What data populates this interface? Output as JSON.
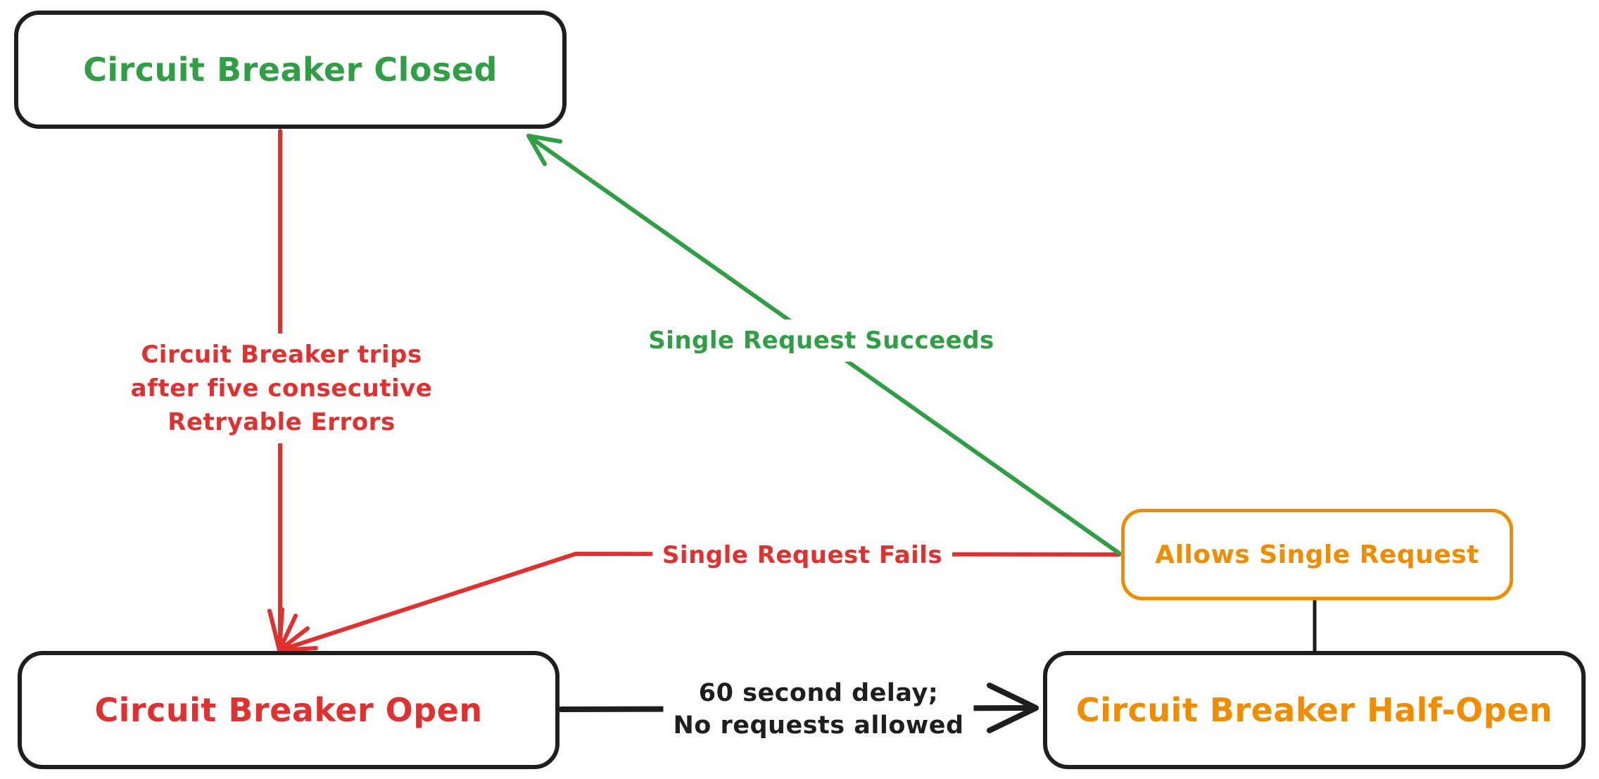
{
  "colors": {
    "green": "#2f9e44",
    "red": "#e03131",
    "orange": "#f08c00",
    "ink": "#1e1e1e",
    "bg": "#ffffff"
  },
  "nodes": {
    "closed": {
      "label": "Circuit Breaker Closed"
    },
    "open": {
      "label": "Circuit Breaker Open"
    },
    "half_open": {
      "label": "Circuit Breaker Half-Open"
    },
    "allows": {
      "label": "Allows Single Request"
    }
  },
  "edges": {
    "trips": {
      "lines": [
        "Circuit Breaker trips",
        "after five consecutive",
        "Retryable Errors"
      ]
    },
    "succeeds": {
      "label": "Single Request Succeeds"
    },
    "fails": {
      "label": "Single Request Fails"
    },
    "delay": {
      "lines": [
        "60 second delay;",
        "No requests allowed"
      ]
    }
  }
}
